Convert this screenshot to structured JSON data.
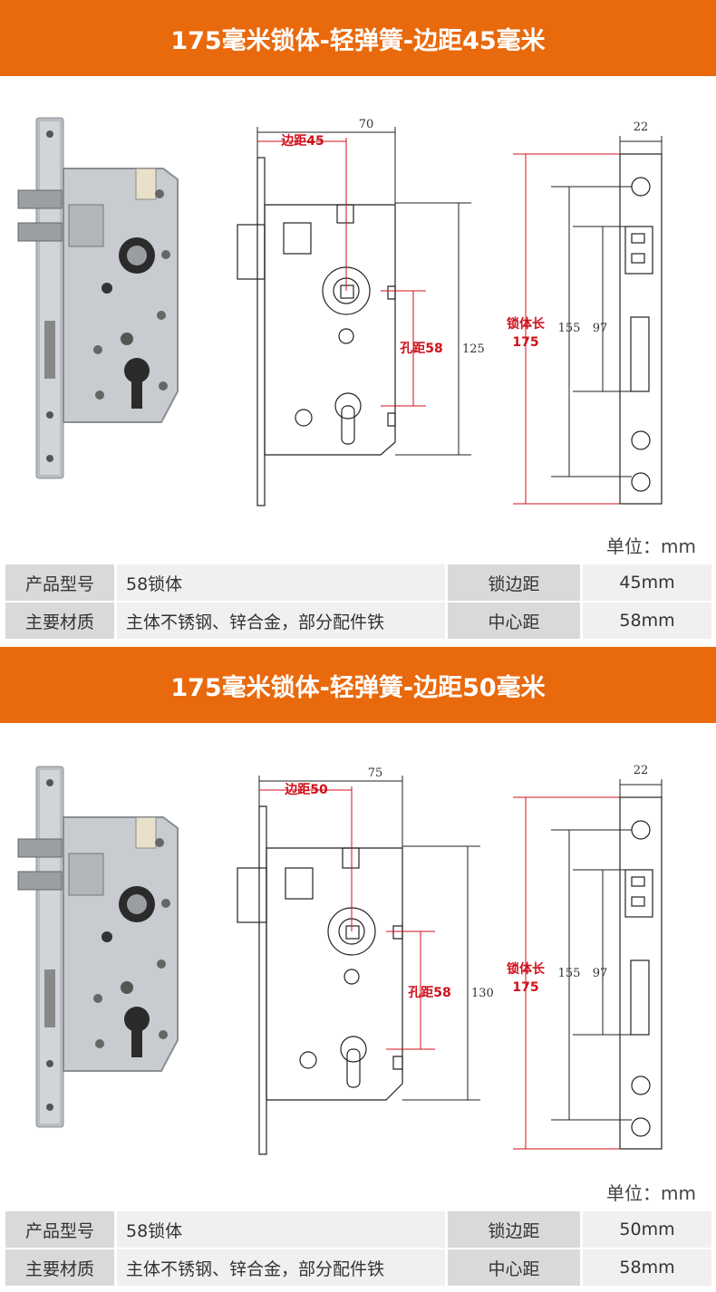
{
  "sections": [
    {
      "title": "175毫米锁体-轻弹簧-边距45毫米",
      "dims": {
        "width": "70",
        "backset": "边距45",
        "hole_dist": "孔距58",
        "body_height": "125",
        "thickness": "22",
        "length_label": "锁体长",
        "length_value": "175",
        "dim155": "155",
        "dim97": "97"
      },
      "unit": {
        "label": "单位：",
        "value": "mm"
      },
      "specs": [
        {
          "k1": "产品型号",
          "v1": "58锁体",
          "k2": "锁边距",
          "v2": "45mm"
        },
        {
          "k1": "主要材质",
          "v1": "主体不锈钢、锌合金，部分配件铁",
          "k2": "中心距",
          "v2": "58mm"
        }
      ]
    },
    {
      "title": "175毫米锁体-轻弹簧-边距50毫米",
      "dims": {
        "width": "75",
        "backset": "边距50",
        "hole_dist": "孔距58",
        "body_height": "130",
        "thickness": "22",
        "length_label": "锁体长",
        "length_value": "175",
        "dim155": "155",
        "dim97": "97"
      },
      "unit": {
        "label": "单位：",
        "value": "mm"
      },
      "specs": [
        {
          "k1": "产品型号",
          "v1": "58锁体",
          "k2": "锁边距",
          "v2": "50mm"
        },
        {
          "k1": "主要材质",
          "v1": "主体不锈钢、锌合金，部分配件铁",
          "k2": "中心距",
          "v2": "58mm"
        }
      ]
    }
  ],
  "colors": {
    "banner": "#e9690d",
    "dimension_red": "#d0101b",
    "key_cell": "#d9d9d9",
    "value_cell": "#f0f0f0"
  }
}
